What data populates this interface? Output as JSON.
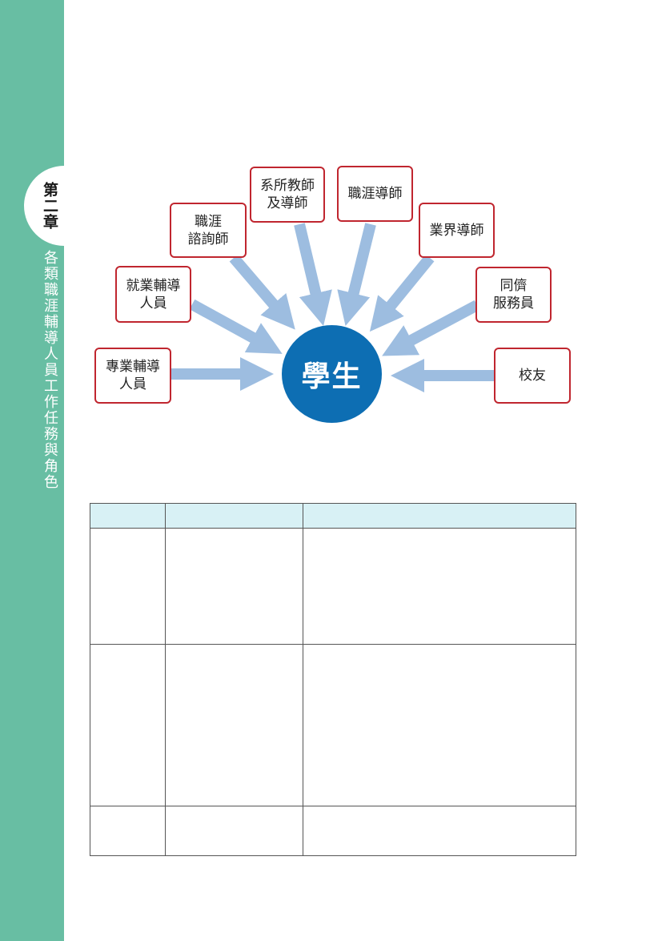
{
  "sidebar": {
    "chapter": "第二章",
    "title": "各類職涯輔導人員工作任務與角色"
  },
  "diagram": {
    "center": "學生",
    "nodes": [
      {
        "id": "zhuanye",
        "label": "專業輔導\n人員"
      },
      {
        "id": "jiuye",
        "label": "就業輔導\n人員"
      },
      {
        "id": "zixun",
        "label": "職涯\n諮詢師"
      },
      {
        "id": "xisuo",
        "label": "系所教師\n及導師"
      },
      {
        "id": "zhiya",
        "label": "職涯導師"
      },
      {
        "id": "yejie",
        "label": "業界導師"
      },
      {
        "id": "tongchou",
        "label": "同儕\n服務員"
      },
      {
        "id": "xiaoyou",
        "label": "校友"
      }
    ],
    "colors": {
      "arrow": "#9dbde0",
      "node_border": "#c0262f",
      "center": "#0d6eb3"
    }
  },
  "table": {
    "headers": [
      "",
      "",
      ""
    ],
    "rows": [
      [
        "",
        "",
        ""
      ],
      [
        "",
        "",
        ""
      ],
      [
        "",
        "",
        ""
      ]
    ]
  }
}
